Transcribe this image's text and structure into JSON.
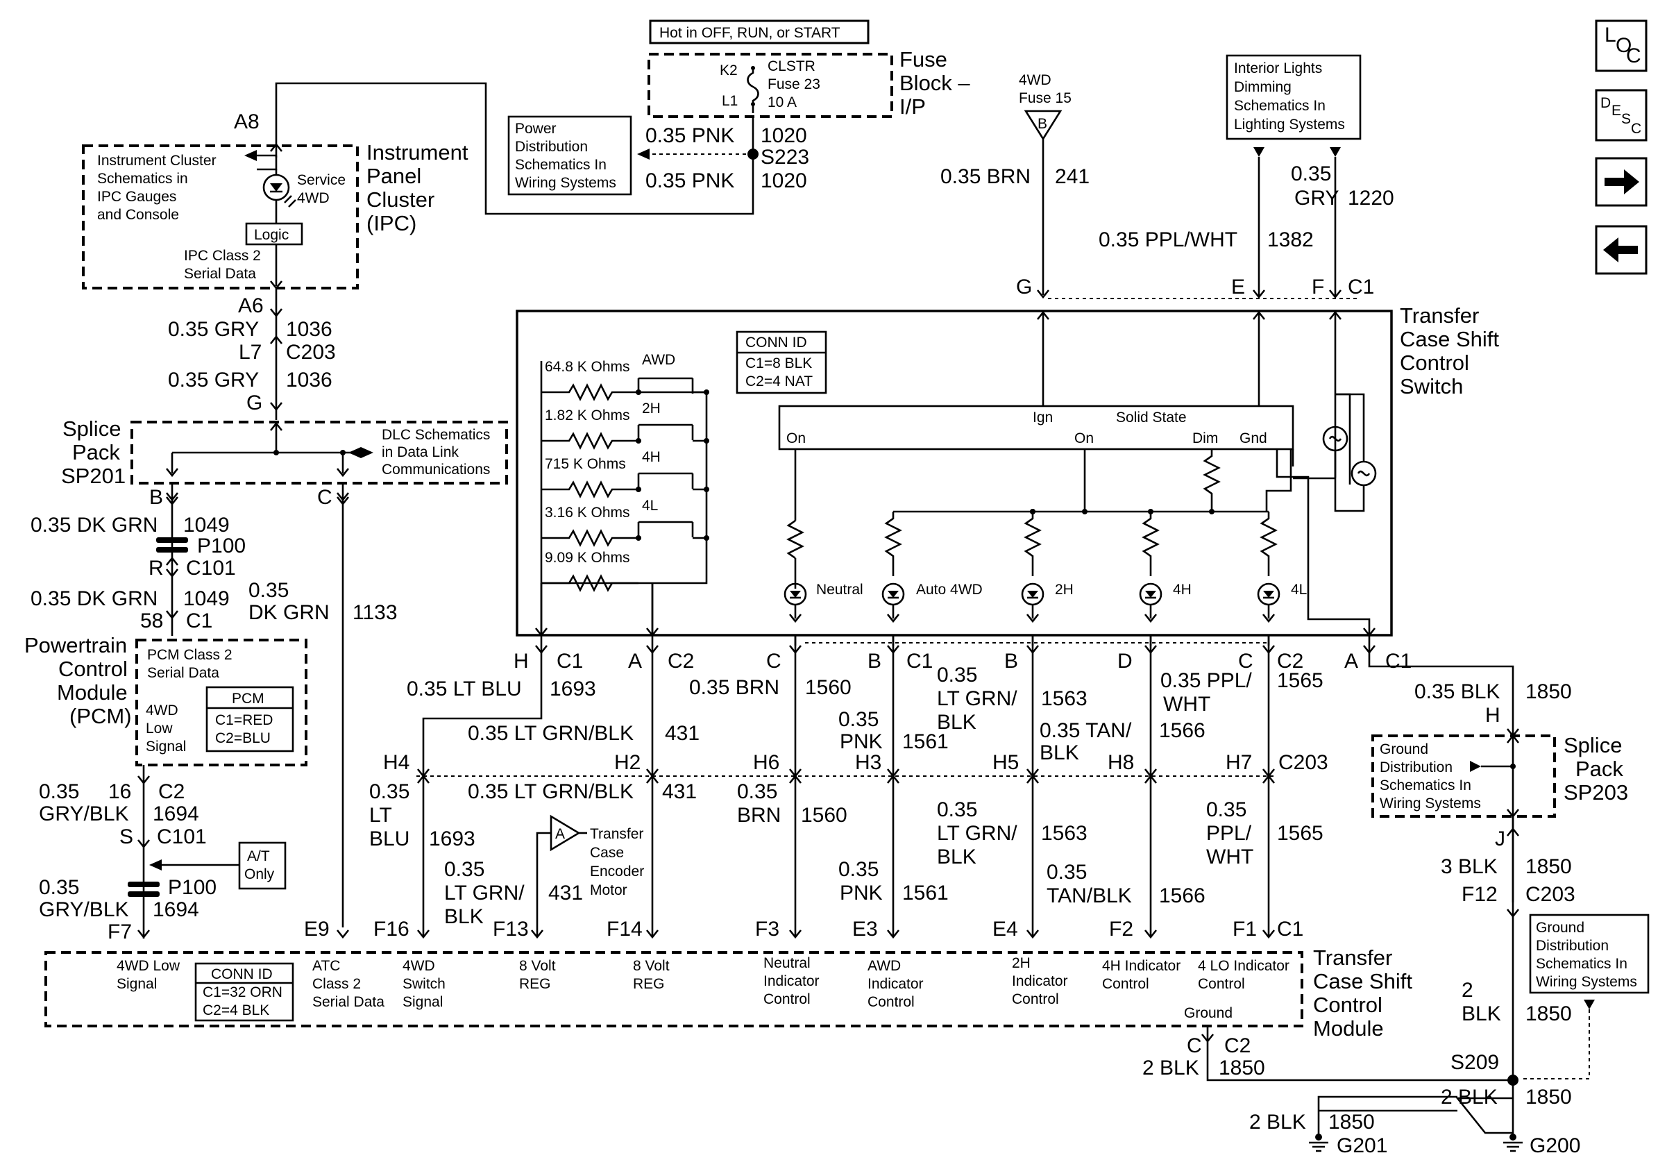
{
  "nav": {
    "loc": [
      "L",
      "O",
      "C"
    ],
    "desc": [
      "D",
      "E",
      "S",
      "C"
    ]
  },
  "fuse_block": {
    "hot_note": "Hot in OFF, RUN, or START",
    "k2": "K2",
    "l1": "L1",
    "fuse_l1": "CLSTR",
    "fuse_l2": "Fuse 23",
    "fuse_l3": "10 A",
    "title_l1": "Fuse",
    "title_l2": "Block –",
    "title_l3": "I/P"
  },
  "power_dist": {
    "l1": "Power",
    "l2": "Distribution",
    "l3": "Schematics In",
    "l4": "Wiring Systems"
  },
  "s223": {
    "w1": "0.35 PNK",
    "c1": "1020",
    "splice": "S223",
    "w2": "0.35 PNK",
    "c2": "1020"
  },
  "fuse15": {
    "l1": "4WD",
    "l2": "Fuse 15",
    "b": "B"
  },
  "interior": {
    "l1": "Interior Lights",
    "l2": "Dimming",
    "l3": "Schematics In",
    "l4": "Lighting Systems"
  },
  "top_wires": {
    "brn": "0.35 BRN",
    "brn_c": "241",
    "gry1": "0.35",
    "gry2": "GRY",
    "gry_c": "1220",
    "ppl": "0.35 PPL/WHT",
    "ppl_c": "1382"
  },
  "switch_pins": {
    "g": "G",
    "e": "E",
    "f": "F",
    "c1": "C1"
  },
  "ipc": {
    "a8": "A8",
    "note_l1": "Instrument Cluster",
    "note_l2": "Schematics in",
    "note_l3": "IPC Gauges",
    "note_l4": "and Console",
    "service1": "Service",
    "service2": "4WD",
    "logic": "Logic",
    "serial1": "IPC Class 2",
    "serial2": "Serial Data",
    "title_l1": "Instrument",
    "title_l2": "Panel",
    "title_l3": "Cluster",
    "title_l4": "(IPC)",
    "a6": "A6"
  },
  "ipc_wires": {
    "w1": "0.35 GRY",
    "c1": "1036",
    "l7": "L7",
    "c203": "C203",
    "w2": "0.35 GRY",
    "c2": "1036",
    "g": "G"
  },
  "sp201": {
    "l1": "Splice",
    "l2": "Pack",
    "l3": "SP201",
    "dlc1": "DLC Schematics",
    "dlc2": "in Data Link",
    "dlc3": "Communications",
    "b": "B",
    "c": "C"
  },
  "pcm_wires": {
    "dkgrn": "0.35 DK GRN",
    "c1049": "1049",
    "p100": "P100",
    "r": "R",
    "c101": "C101",
    "dkgrn2": "0.35 DK GRN",
    "c1049b": "1049",
    "p58": "58",
    "c1": "C1",
    "w1133a": "0.35",
    "w1133b": "DK GRN",
    "c1133": "1133"
  },
  "pcm": {
    "l1": "Powertrain",
    "l2": "Control",
    "l3": "Module",
    "l4": "(PCM)",
    "serial1": "PCM Class 2",
    "serial2": "Serial Data",
    "low1": "4WD",
    "low2": "Low",
    "low3": "Signal",
    "conn": "PCM",
    "c1": "C1=RED",
    "c2": "C2=BLU"
  },
  "pcm_out": {
    "w1": "0.35",
    "w2": "GRY/BLK",
    "p16": "16",
    "c2": "C2",
    "c1694": "1694",
    "s": "S",
    "c101": "C101",
    "at1": "A/T",
    "at2": "Only",
    "w3": "0.35",
    "w4": "GRY/BLK",
    "p100": "P100",
    "c1694b": "1694",
    "f7": "F7"
  },
  "tcs_switch": {
    "title_l1": "Transfer",
    "title_l2": "Case Shift",
    "title_l3": "Control",
    "title_l4": "Switch",
    "conn": "CONN ID",
    "c1": "C1=8 BLK",
    "c2": "C2=4 NAT",
    "r1": "64.8 K Ohms",
    "r2": "1.82 K Ohms",
    "r3": "715 K Ohms",
    "r4": "3.16 K Ohms",
    "r5": "9.09 K Ohms",
    "awd": "AWD",
    "h2": "2H",
    "h4": "4H",
    "l4": "4L",
    "on1": "On",
    "ign": "Ign",
    "solid": "Solid State",
    "on2": "On",
    "dim": "Dim",
    "gnd": "Gnd",
    "neutral": "Neutral",
    "auto4wd": "Auto 4WD",
    "i2h": "2H",
    "i4h": "4H",
    "i4l": "4L"
  },
  "bottom_pins": {
    "h": "H",
    "hc1": "C1",
    "a": "A",
    "ac2": "C2",
    "c": "C",
    "b1": "B",
    "bc1": "C1",
    "b2": "B",
    "d": "D",
    "c2": "C",
    "cc2": "C2",
    "a2": "A",
    "a2c1": "C1"
  },
  "mid_wires": {
    "ltblu": "0.35 LT BLU",
    "c1693": "1693",
    "ltgrnblk": "0.35 LT GRN/BLK",
    "c431": "431",
    "brn": "0.35 BRN",
    "c1560": "1560",
    "pnk1": "0.35",
    "pnk2": "PNK",
    "c1561": "1561",
    "lg1": "0.35",
    "lg2": "LT GRN/",
    "lg3": "BLK",
    "c1563": "1563",
    "tan1": "0.35 TAN/",
    "tan2": "BLK",
    "c1566": "1566",
    "pw1": "0.35 PPL/",
    "pw2": "WHT",
    "c1565": "1565",
    "blk": "0.35 BLK",
    "c1850": "1850",
    "hh": "H"
  },
  "c203_pins": {
    "h4": "H4",
    "h2": "H2",
    "h6": "H6",
    "h3": "H3",
    "h5": "H5",
    "h8": "H8",
    "h7": "H7",
    "c203": "C203"
  },
  "low_wires": {
    "lb1": "0.35",
    "lb2": "LT",
    "lb3": "BLU",
    "c1693": "1693",
    "lg": "0.35 LT GRN/BLK",
    "c431": "431",
    "brn1": "0.35",
    "brn2": "BRN",
    "c1560": "1560",
    "lg1": "0.35",
    "lg2": "LT GRN/",
    "lg3": "BLK",
    "c1563": "1563",
    "pw1": "0.35",
    "pw2": "PPL/",
    "pw3": "WHT",
    "c1565": "1565",
    "lgb1": "0.35",
    "lgb2": "LT GRN/",
    "lgb3": "BLK",
    "c431b": "431",
    "pnk1": "0.35",
    "pnk2": "PNK",
    "c1561": "1561",
    "tan1": "0.35",
    "tan2": "TAN/BLK",
    "c1566": "1566"
  },
  "motor": {
    "a": "A",
    "l1": "Transfer",
    "l2": "Case",
    "l3": "Encoder",
    "l4": "Motor"
  },
  "sp203": {
    "l1": "Splice",
    "l2": "Pack",
    "l3": "SP203",
    "g1": "Ground",
    "g2": "Distribution",
    "g3": "Schematics In",
    "g4": "Wiring Systems",
    "j": "J",
    "w": "3 BLK",
    "c1850": "1850",
    "f12": "F12",
    "c203": "C203"
  },
  "tccm_pins": {
    "e9": "E9",
    "f16": "F16",
    "f13": "F13",
    "f14": "F14",
    "f3": "F3",
    "e3": "E3",
    "e4": "E4",
    "f2": "F2",
    "f1": "F1",
    "c1": "C1"
  },
  "tccm": {
    "low1": "4WD Low",
    "low2": "Signal",
    "conn": "CONN ID",
    "c1": "C1=32 ORN",
    "c2": "C2=4 BLK",
    "atc1": "ATC",
    "atc2": "Class 2",
    "atc3": "Serial Data",
    "sw1": "4WD",
    "sw2": "Switch",
    "sw3": "Signal",
    "v81": "8 Volt",
    "v82": "REG",
    "v83": "8 Volt",
    "v84": "REG",
    "n1": "Neutral",
    "n2": "Indicator",
    "n3": "Control",
    "awd1": "AWD",
    "awd2": "Indicator",
    "awd3": "Control",
    "h21": "2H",
    "h22": "Indicator",
    "h23": "Control",
    "h41": "4H Indicator",
    "h42": "Control",
    "lo1": "4 LO Indicator",
    "lo2": "Control",
    "ground": "Ground",
    "title_l1": "Transfer",
    "title_l2": "Case Shift",
    "title_l3": "Control",
    "title_l4": "Module"
  },
  "ground": {
    "gd1": "Ground",
    "gd2": "Distribution",
    "gd3": "Schematics In",
    "gd4": "Wiring Systems",
    "w2blk1": "2",
    "w2blk2": "BLK",
    "c1850a": "1850",
    "c": "C",
    "c2": "C2",
    "w2blk3": "2 BLK",
    "c1850b": "1850",
    "s209": "S209",
    "w2blk4": "2 BLK",
    "c1850c": "1850",
    "w2blk5": "2 BLK",
    "c1850d": "1850",
    "g201": "G201",
    "g200": "G200"
  }
}
